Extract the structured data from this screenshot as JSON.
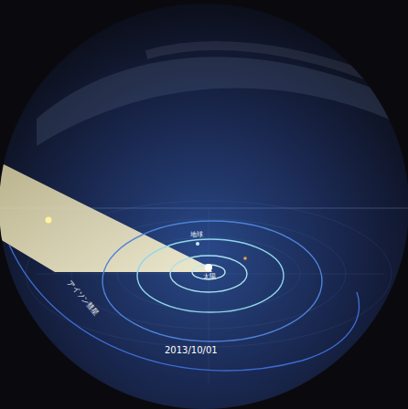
{
  "diagram": {
    "labels": [
      "地球",
      "太陽",
      "アイソン彗星",
      "2013/10/01"
    ]
  }
}
